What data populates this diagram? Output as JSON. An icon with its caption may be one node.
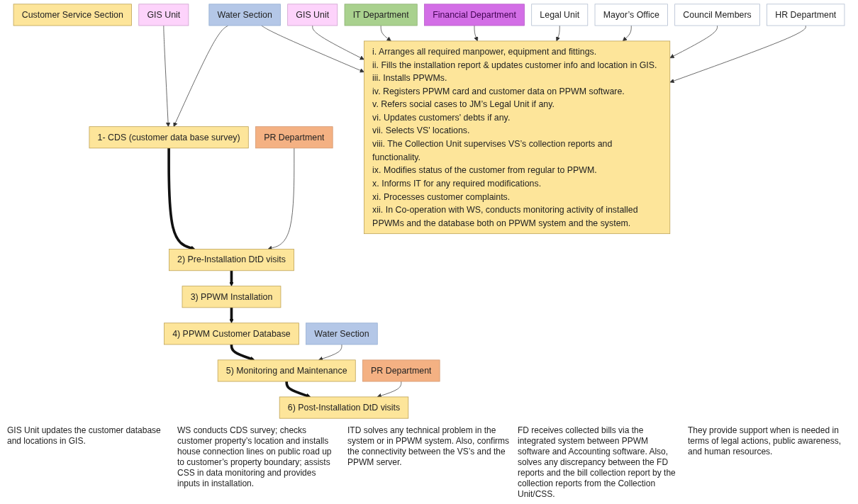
{
  "diagram": {
    "nodes": [
      {
        "text": [
          "Customer Service Section"
        ]
      },
      {
        "text": [
          "1- CDS (customer data base survey)"
        ]
      },
      {
        "text": [
          "GIS Unit"
        ]
      },
      {
        "text": [
          "Water Section"
        ]
      },
      {
        "text": [
          "2) Pre-Installation DtD visits"
        ]
      },
      {
        "text": [
          "PR Department"
        ]
      },
      {
        "text": [
          "GIS Unit"
        ]
      },
      {
        "text": [
          "3) PPWM Installation"
        ]
      },
      {
        "text": [
          "i. Arranges all required manpower, equipment and fittings.",
          "ii. Fills the installation report & updates customer info and location in GIS.",
          "iii. Installs PPWMs.",
          "iv. Registers PPWM card and customer data on PPWM software.",
          "v. Refers social cases to JM’s Legal Unit if any.",
          "vi. Updates customers' debts if any.",
          "vii. Selects VS' locations.",
          "viii. The Collection Unit supervises VS’s collection reports and functionality.",
          "ix. Modifies status of the customer from regular to PPWM.",
          "x. Informs IT for any required modifications.",
          "xi. Processes customer complaints.",
          "xii. In Co-operation with WS, conducts monitoring activity of installed PPWMs and the database both on PPWM system and the system."
        ]
      },
      {
        "text": [
          "IT Department"
        ]
      },
      {
        "text": [
          "Financial Department"
        ]
      },
      {
        "text": [
          "4) PPWM Customer Database"
        ]
      },
      {
        "text": [
          "5) Monitoring and Maintenance"
        ]
      },
      {
        "text": [
          "Water Section"
        ]
      },
      {
        "text": [
          "6) Post-Installation DtD visits"
        ]
      },
      {
        "text": [
          "PR Department"
        ]
      },
      {
        "text": [
          "Legal Unit"
        ]
      },
      {
        "text": [
          "Mayor’s Office"
        ]
      },
      {
        "text": [
          "Council Members"
        ]
      },
      {
        "text": [
          "HR Department"
        ]
      }
    ],
    "edges": [
      {
        "from": 2,
        "to": 1,
        "arrow": "to"
      },
      {
        "from": 3,
        "to": 1,
        "arrow": "to"
      },
      {
        "from": 1,
        "to": 4,
        "arrow": "to",
        "style": "thick"
      },
      {
        "from": 5,
        "to": 4,
        "arrow": "to"
      },
      {
        "from": 3,
        "to": 8,
        "arrow": "to"
      },
      {
        "from": 4,
        "to": 7,
        "arrow": "to",
        "style": "thick"
      },
      {
        "from": 6,
        "to": 8,
        "arrow": "to"
      },
      {
        "from": 9,
        "to": 8,
        "arrow": "to"
      },
      {
        "from": 10,
        "to": 8,
        "arrow": "to"
      },
      {
        "from": 7,
        "to": 11,
        "arrow": "to",
        "style": "thick"
      },
      {
        "from": 11,
        "to": 12,
        "arrow": "to",
        "style": "thick"
      },
      {
        "from": 13,
        "to": 12,
        "arrow": "to"
      },
      {
        "from": 12,
        "to": 14,
        "arrow": "to",
        "style": "thick"
      },
      {
        "from": 15,
        "to": 14,
        "arrow": "to"
      },
      {
        "from": 16,
        "to": 8,
        "arrow": "to"
      },
      {
        "from": 17,
        "to": 8,
        "arrow": "to"
      },
      {
        "from": 18,
        "to": 8,
        "arrow": "to"
      },
      {
        "from": 19,
        "to": 8,
        "arrow": "to"
      }
    ],
    "labels": [
      "GIS Unit updates the customer database and locations in GIS.",
      "WS conducts CDS survey; checks customer property’s location and installs house connection lines on public road up to customer’s property boundary; assists CSS in data monitoring and provides inputs in installation.",
      "ITD solves any technical problem in the system or in PPWM system. Also, confirms the connectivity between the VS’s and the PPWM server.",
      "FD receives collected bills via the integrated system between PPWM software and Accounting software. Also, solves any discrepancy between the FD reports and the bill collection report by the collection reports from the Collection Unit/CSS.",
      "They provide support when is needed in terms of legal actions, public awareness, and human resources."
    ]
  }
}
